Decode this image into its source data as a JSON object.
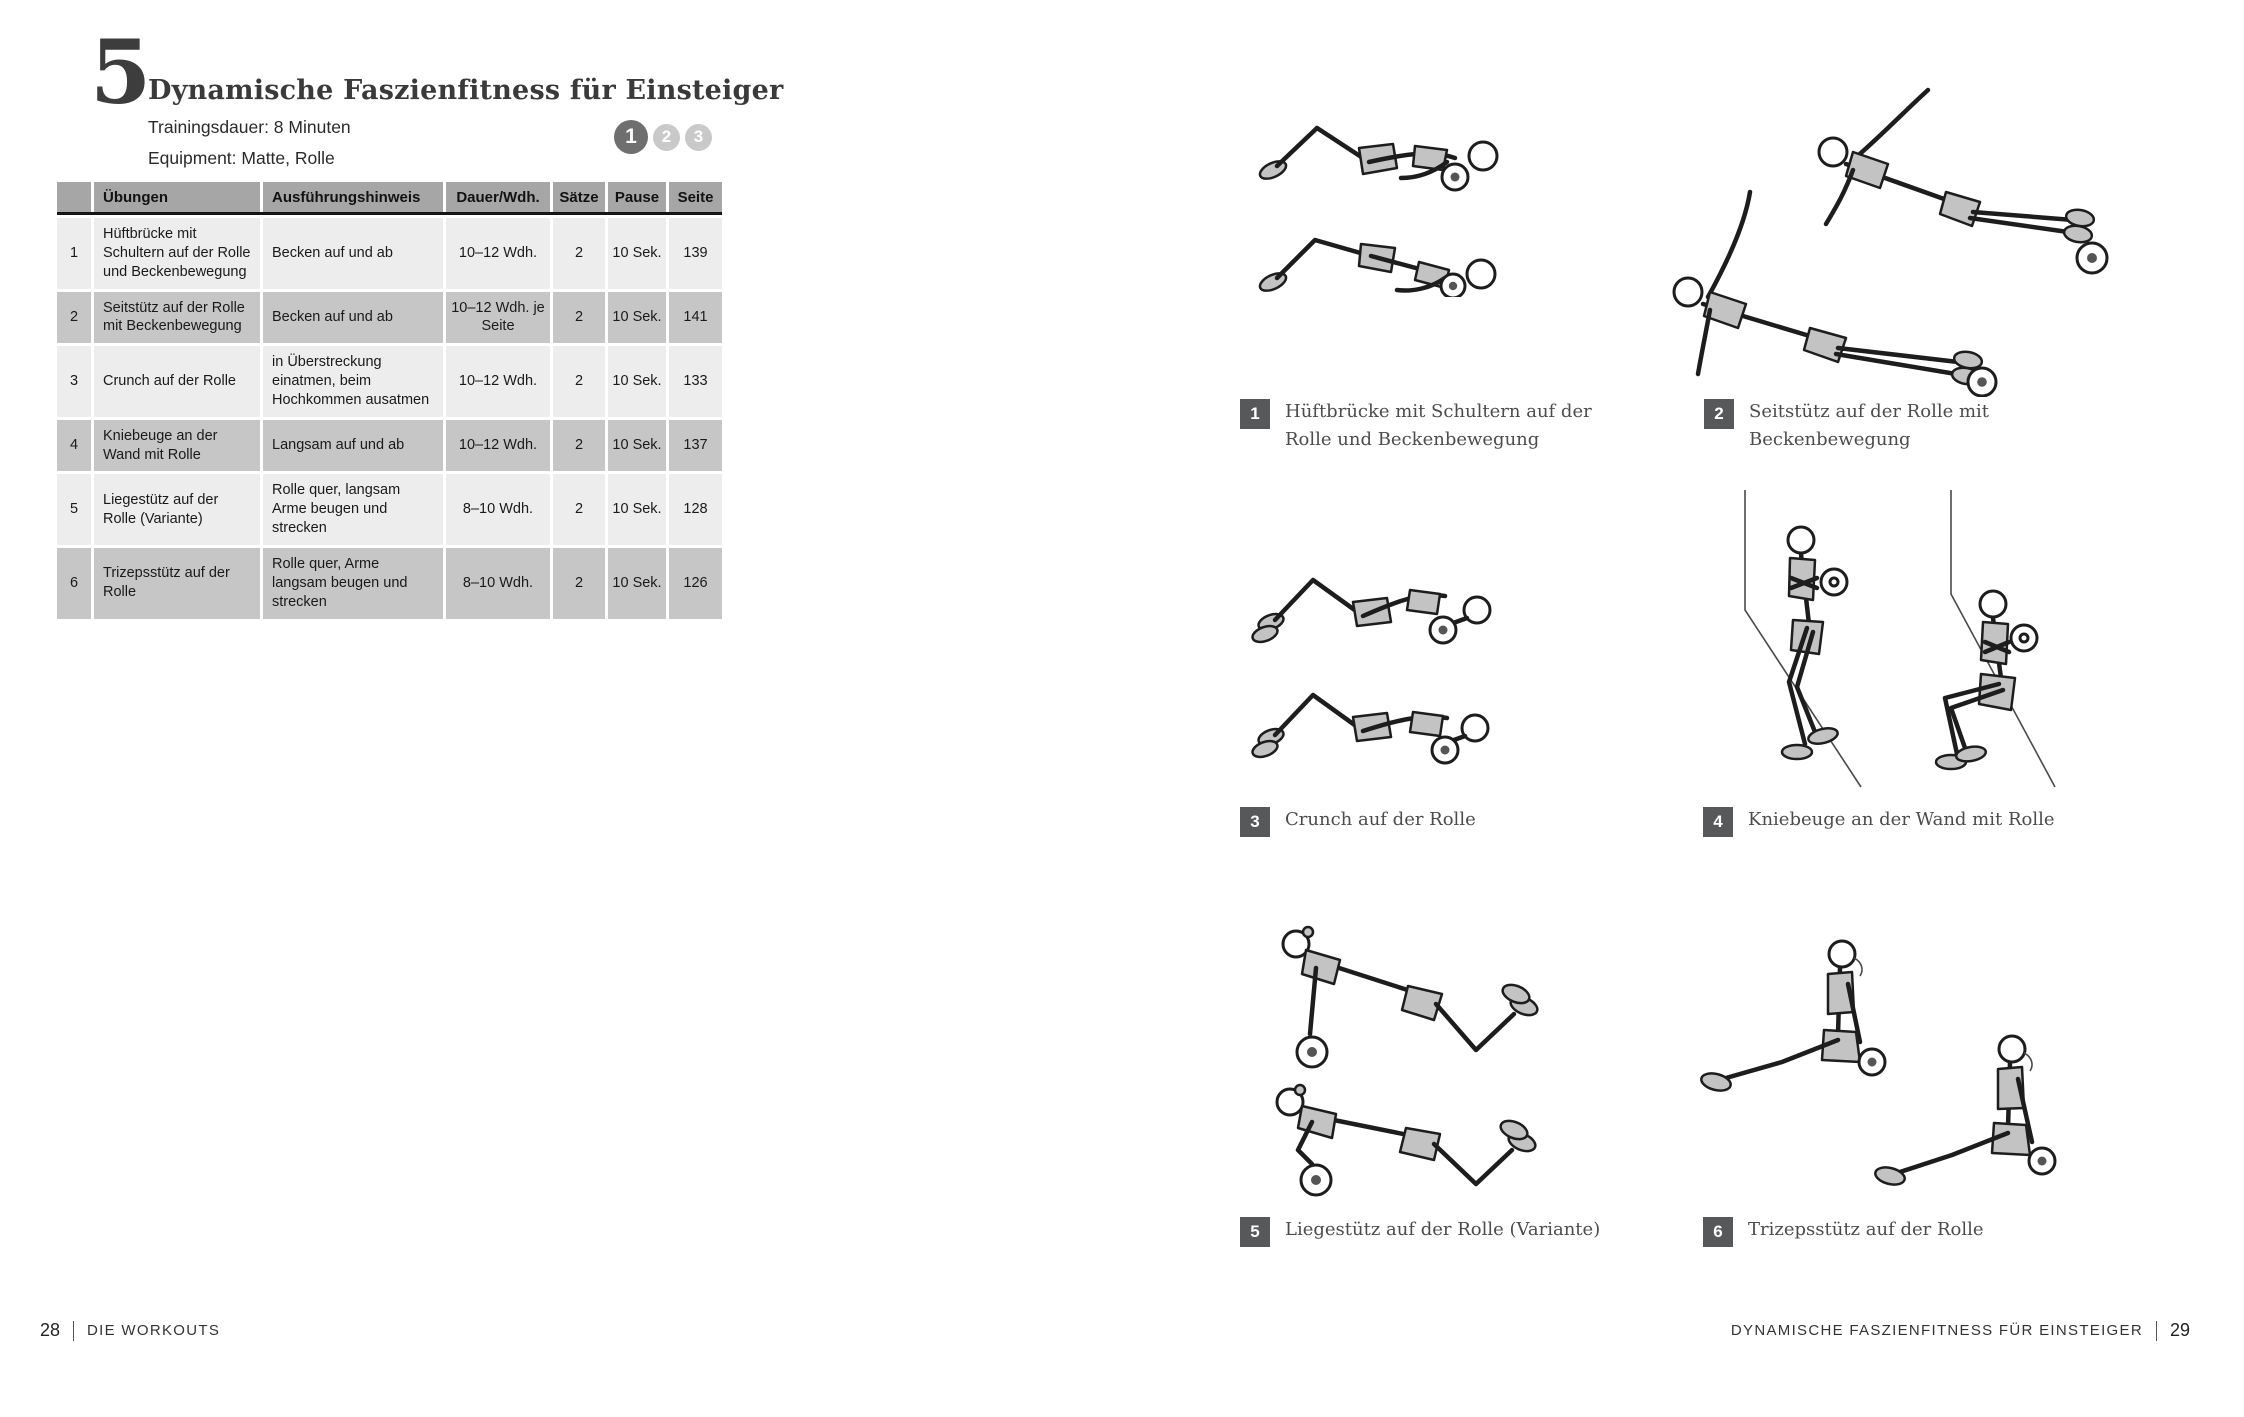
{
  "page_left": {
    "chapter_number": "5",
    "title": "Dynamische Faszienfitness für Einsteiger",
    "training_duration": "Trainingsdauer: 8 Minuten",
    "equipment": "Equipment: Matte, Rolle",
    "levels": {
      "items": [
        "1",
        "2",
        "3"
      ],
      "active": "1"
    },
    "table": {
      "headers": {
        "num": "",
        "uebungen": "Übungen",
        "hinweis": "Ausführungshinweis",
        "dauer": "Dauer/Wdh.",
        "saetze": "Sätze",
        "pause": "Pause",
        "seite": "Seite"
      },
      "rows": [
        {
          "num": "1",
          "uebung": "Hüftbrücke mit Schultern auf der Rolle und Beckenbewegung",
          "hinweis": "Becken auf und ab",
          "dauer": "10–12 Wdh.",
          "saetze": "2",
          "pause": "10 Sek.",
          "seite": "139"
        },
        {
          "num": "2",
          "uebung": "Seitstütz auf der Rolle mit Beckenbewegung",
          "hinweis": "Becken auf und ab",
          "dauer": "10–12 Wdh. je Seite",
          "saetze": "2",
          "pause": "10 Sek.",
          "seite": "141"
        },
        {
          "num": "3",
          "uebung": "Crunch auf der Rolle",
          "hinweis": "in Überstreckung einatmen, beim Hochkommen ausatmen",
          "dauer": "10–12 Wdh.",
          "saetze": "2",
          "pause": "10 Sek.",
          "seite": "133"
        },
        {
          "num": "4",
          "uebung": "Kniebeuge an der Wand mit Rolle",
          "hinweis": "Langsam auf und ab",
          "dauer": "10–12 Wdh.",
          "saetze": "2",
          "pause": "10 Sek.",
          "seite": "137"
        },
        {
          "num": "5",
          "uebung": "Liegestütz auf der Rolle (Variante)",
          "hinweis": "Rolle quer, langsam Arme beugen und strecken",
          "dauer": "8–10 Wdh.",
          "saetze": "2",
          "pause": "10 Sek.",
          "seite": "128"
        },
        {
          "num": "6",
          "uebung": "Trizepsstütz auf der Rolle",
          "hinweis": "Rolle quer, Arme langsam beugen und strecken",
          "dauer": "8–10 Wdh.",
          "saetze": "2",
          "pause": "10 Sek.",
          "seite": "126"
        }
      ]
    },
    "footer": {
      "page_number": "28",
      "section": "DIE WORKOUTS"
    }
  },
  "page_right": {
    "figures": [
      {
        "num": "1",
        "caption": "Hüftbrücke mit Schultern auf der Rolle und Beckenbewegung"
      },
      {
        "num": "2",
        "caption": "Seitstütz auf der Rolle mit Beckenbewegung"
      },
      {
        "num": "3",
        "caption": "Crunch auf der Rolle"
      },
      {
        "num": "4",
        "caption": "Kniebeuge an der Wand mit Rolle"
      },
      {
        "num": "5",
        "caption": "Liegestütz auf der Rolle (Variante)"
      },
      {
        "num": "6",
        "caption": "Trizepsstütz auf der Rolle"
      }
    ],
    "footer": {
      "section": "DYNAMISCHE FASZIENFITNESS FÜR EINSTEIGER",
      "page_number": "29"
    }
  },
  "colors": {
    "figure_badge": "#57585a",
    "table_header_bg": "#a6a6a6",
    "table_row_light": "#ededed",
    "table_row_dark": "#c6c6c6",
    "level_active": "#6f6f6f",
    "level_inactive": "#c9c9c9",
    "header_rule": "#151515"
  }
}
